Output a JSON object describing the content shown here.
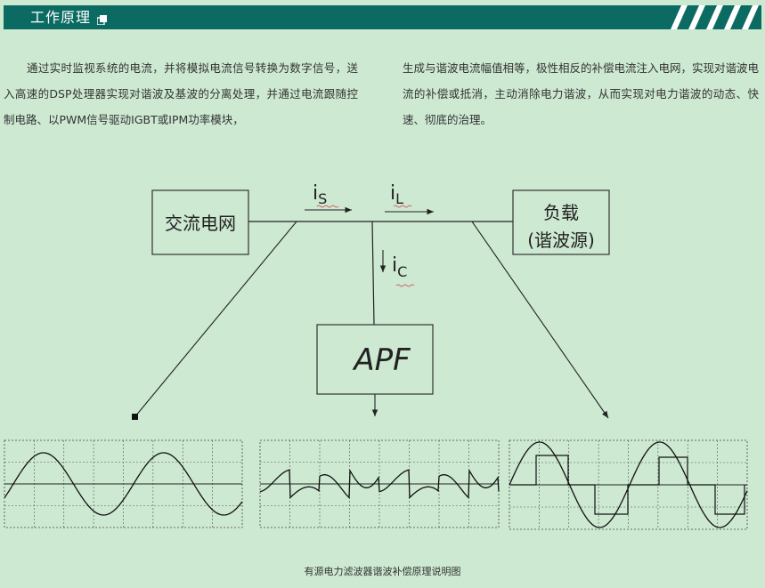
{
  "header": {
    "title": "工作原理",
    "background_color": "#0b6b62",
    "icon": "window-icon"
  },
  "intro": {
    "left_text": "通过实时监视系统的电流，并将模拟电流信号转换为数字信号，送入高速的DSP处理器实现对谐波及基波的分离处理，并通过电流跟随控制电路、以PWM信号驱动IGBT或IPM功率模块，",
    "right_text": "生成与谐波电流幅值相等，极性相反的补偿电流注入电网，实现对谐波电流的补偿或抵消，主动消除电力谐波，从而实现对电力谐波的动态、快速、彻底的治理。"
  },
  "diagram": {
    "grid_box_label": "交流电网",
    "load_box_label_line1": "负载",
    "load_box_label_line2": "(谐波源)",
    "apf_label": "APF",
    "current_labels": {
      "source": {
        "main": "i",
        "sub": "S"
      },
      "load": {
        "main": "i",
        "sub": "L"
      },
      "compensation": {
        "main": "i",
        "sub": "C"
      }
    },
    "line_color": "#222222",
    "box_fill": "#cde9d2"
  },
  "caption": "有源电力滤波器谐波补偿原理说明图"
}
